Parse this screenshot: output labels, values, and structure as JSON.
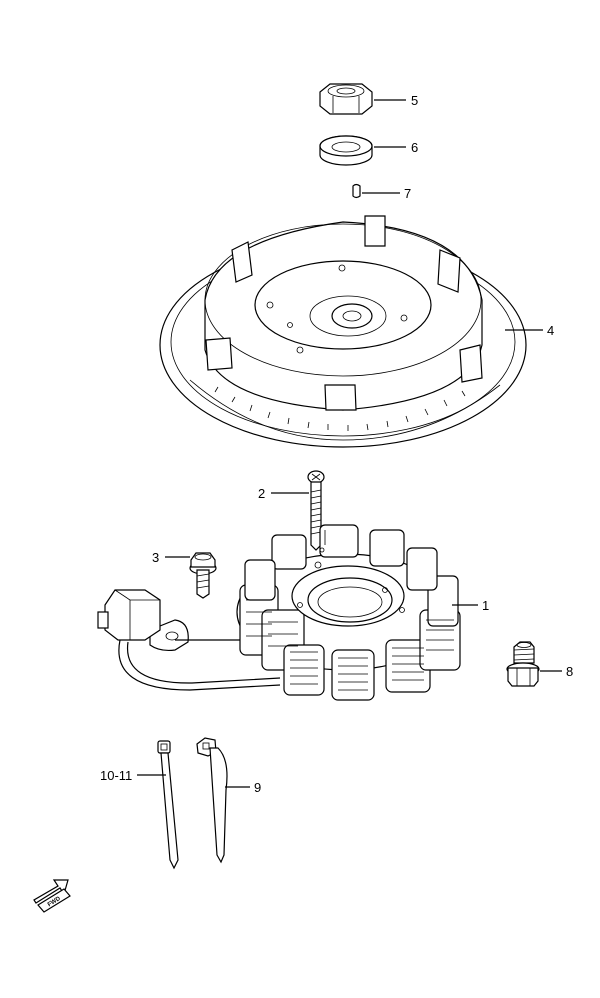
{
  "callouts": {
    "p1": "1",
    "p2": "2",
    "p3": "3",
    "p4": "4",
    "p5": "5",
    "p6": "6",
    "p7": "7",
    "p8": "8",
    "p9": "9",
    "p10_11": "10-11"
  },
  "direction_arrow": {
    "label": "FWD",
    "icon": "fwd-arrow-icon"
  }
}
